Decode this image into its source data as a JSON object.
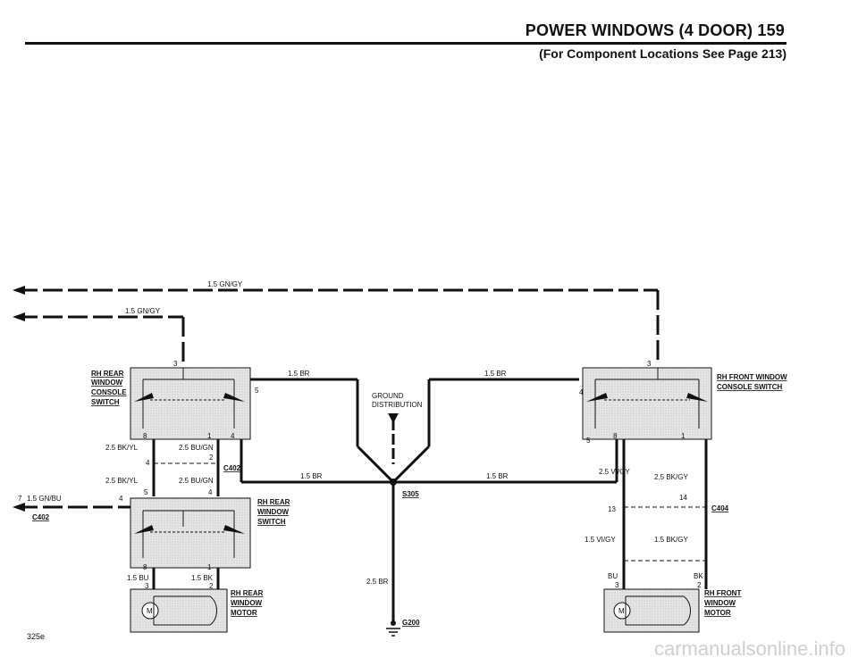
{
  "header": {
    "title": "POWER WINDOWS (4 DOOR)  159",
    "subtitle": "(For Component Locations See Page 213)"
  },
  "page_code": "325e",
  "watermark": "carmanualsonline.info",
  "wires": {
    "top_wire": "1.5 GN/GY",
    "second_wire": "1.5 GN/GY",
    "left_br_upper": "1.5 BR",
    "right_br_upper": "1.5 BR",
    "left_br_lower": "1.5 BR",
    "right_br_lower": "1.5 BR",
    "ground_lead": "2.5 BR",
    "rr_bkyl_upper": "2.5 BK/YL",
    "rr_bkyl_lower": "2.5 BK/YL",
    "rr_bugn_upper": "2.5 BU/GN",
    "rr_bugn_lower": "2.5 BU/GN",
    "rr_motor_bu": "1.5 BU",
    "rr_motor_bk": "1.5 BK",
    "input_gnbu": "1.5 GN/BU",
    "rf_vigy_upper": "2.5 VI/GY",
    "rf_bkgy_upper": "2.5 BK/GY",
    "rf_vigy_lower": "1.5 VI/GY",
    "rf_bkgy_lower": "1.5 BK/GY",
    "rf_bu": "BU",
    "rf_bk": "BK"
  },
  "components": {
    "rh_rear_console_switch": [
      "RH REAR",
      "WINDOW",
      "CONSOLE",
      "SWITCH"
    ],
    "rh_rear_window_switch": [
      "RH REAR",
      "WINDOW",
      "SWITCH"
    ],
    "rh_rear_motor": [
      "RH REAR",
      "WINDOW",
      "MOTOR"
    ],
    "rh_front_console_switch": [
      "RH FRONT WINDOW",
      "CONSOLE SWITCH"
    ],
    "rh_front_motor": [
      "RH FRONT",
      "WINDOW",
      "MOTOR"
    ],
    "ground_distribution": [
      "GROUND",
      "DISTRIBUTION"
    ],
    "motor_symbol": "M"
  },
  "connectors": {
    "c402_a": "C402",
    "c402_b": "C402",
    "c404": "C404",
    "s305": "S305",
    "g200": "G200",
    "input_ref": "7"
  },
  "pins": {
    "rr_console_3": "3",
    "rr_console_5": "5",
    "rr_console_8": "8",
    "rr_console_1": "1",
    "rr_console_4": "4",
    "rr_c402_4": "4",
    "rr_c402_2": "2",
    "rr_switch_in_4": "4",
    "rr_switch_5": "5",
    "rr_switch_4": "4",
    "rr_switch_8": "8",
    "rr_switch_1": "1",
    "rr_motor_3": "3",
    "rr_motor_2": "2",
    "rf_console_3": "3",
    "rf_console_4": "4",
    "rf_console_5": "5",
    "rf_console_8": "8",
    "rf_console_1": "1",
    "rf_c404_13": "13",
    "rf_c404_14": "14",
    "rf_motor_3": "3",
    "rf_motor_2": "2"
  }
}
